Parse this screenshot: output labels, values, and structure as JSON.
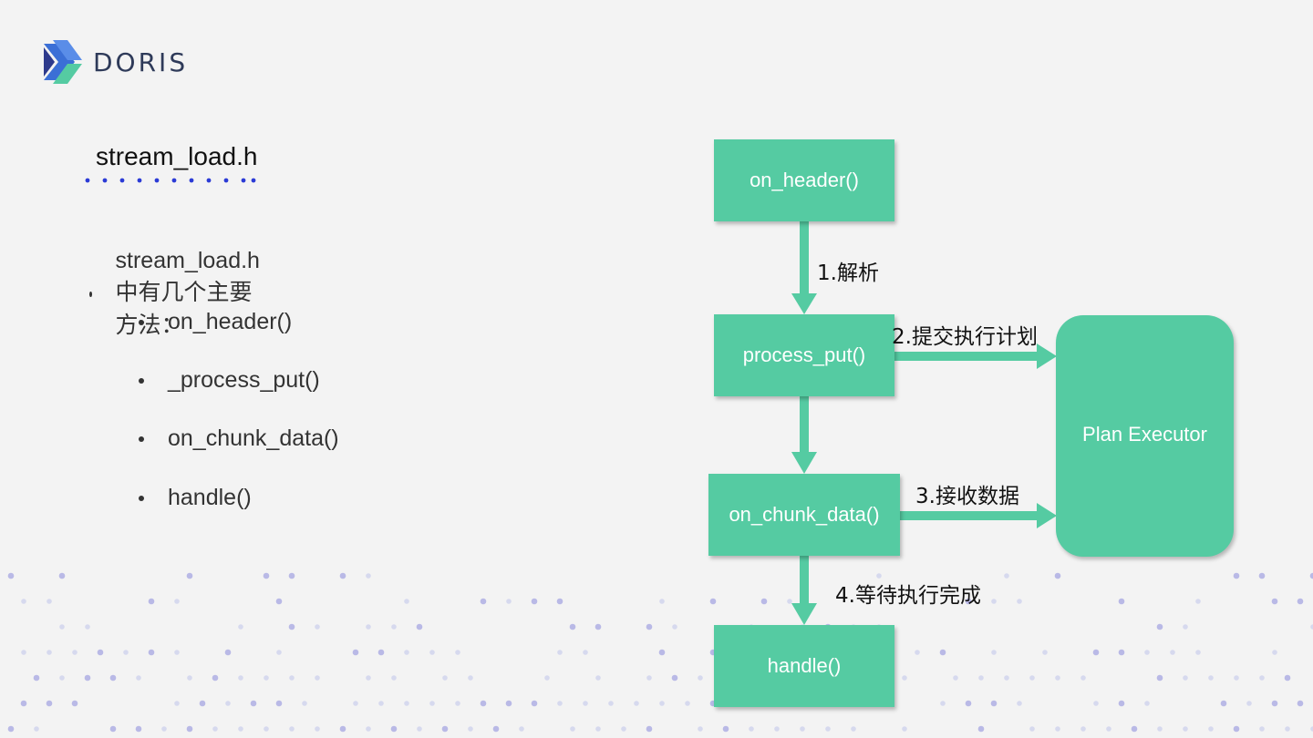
{
  "brand": {
    "name": "DORIS",
    "colors": {
      "accent": "#55cba2",
      "title_dots": "#2b3bd6",
      "bg": "#f3f3f3"
    }
  },
  "section_title": "stream_load.h",
  "bullets": {
    "intro": "stream_load.h中有几个主要方法：",
    "methods": [
      "on_header()",
      "_process_put()",
      "on_chunk_data()",
      "handle()"
    ]
  },
  "diagram": {
    "nodes": {
      "on_header": "on_header()",
      "process_put": "process_put()",
      "on_chunk_data": "on_chunk_data()",
      "handle": "handle()",
      "plan_executor": "Plan Executor"
    },
    "edges": {
      "parse": "1.解析",
      "submit_plan": "2.提交执行计划",
      "receive_data": "3.接收数据",
      "wait_finish": "4.等待执行完成"
    }
  }
}
